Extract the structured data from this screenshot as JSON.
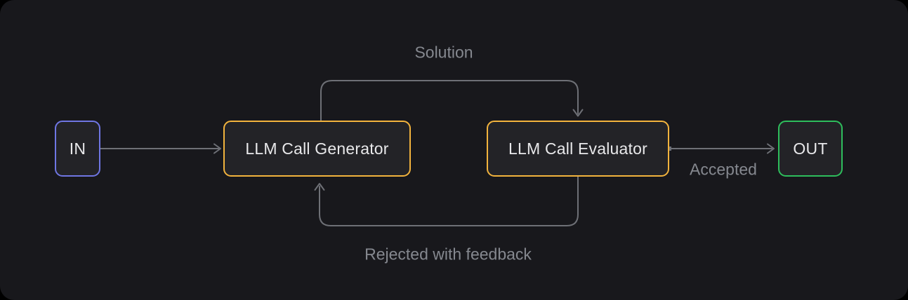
{
  "colors": {
    "background": "#18181c",
    "canvas_outside": "#000000",
    "node_fill": "#232327",
    "node_text": "#e8e8ea",
    "edge": "#6e7076",
    "label_text": "#85888f",
    "in_border": "#6f76e3",
    "generator_border": "#f2b33d",
    "evaluator_border": "#f2b33d",
    "out_border": "#2ebe5c"
  },
  "diagram": {
    "nodes": [
      {
        "id": "in",
        "label": "IN"
      },
      {
        "id": "generator",
        "label": "LLM Call Generator"
      },
      {
        "id": "evaluator",
        "label": "LLM Call Evaluator"
      },
      {
        "id": "out",
        "label": "OUT"
      }
    ],
    "edges": [
      {
        "id": "in-to-generator",
        "label": ""
      },
      {
        "id": "generator-to-evaluator",
        "label": "Solution"
      },
      {
        "id": "evaluator-to-generator",
        "label": "Rejected with feedback"
      },
      {
        "id": "evaluator-to-out",
        "label": "Accepted"
      }
    ]
  }
}
